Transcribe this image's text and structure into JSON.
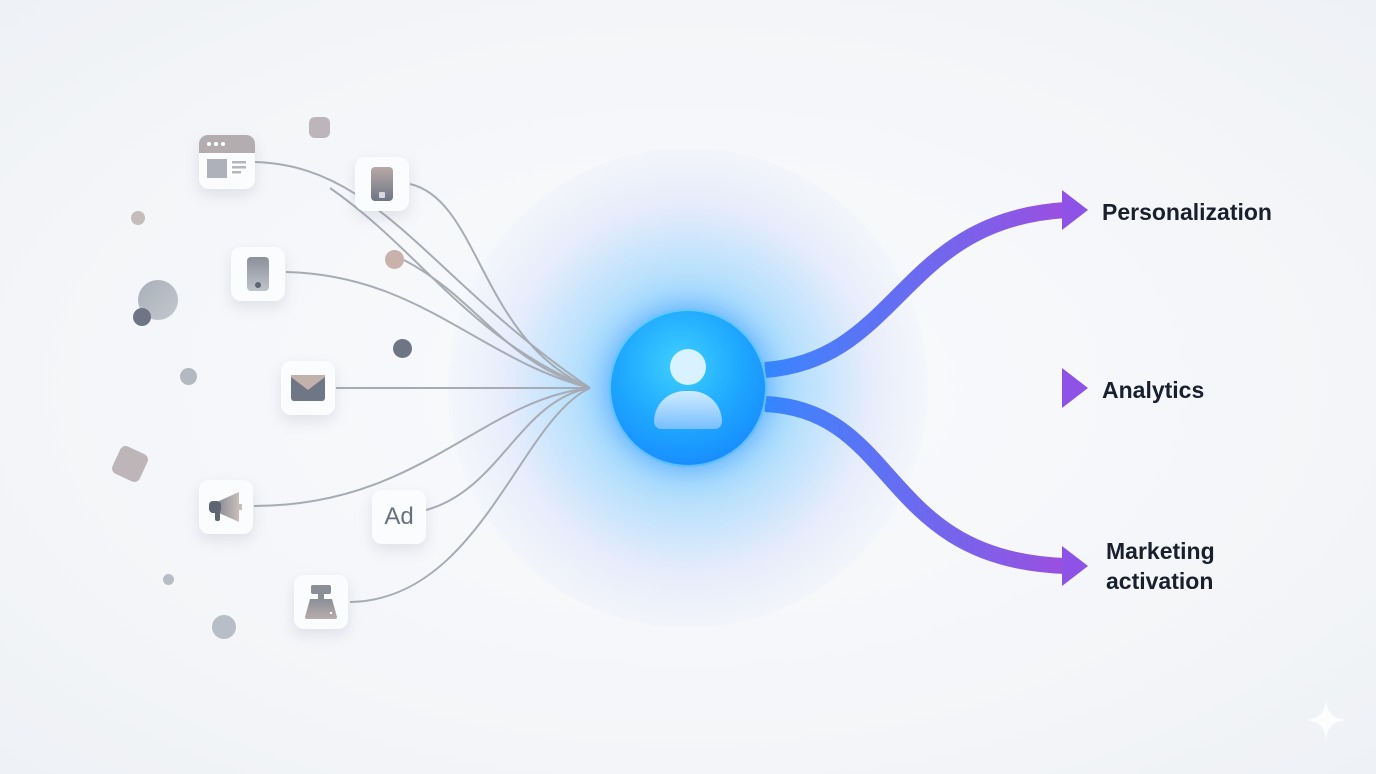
{
  "diagram": {
    "description": "Multiple data sources converge into a central customer profile which feeds downstream uses",
    "sources": [
      {
        "id": "web-browser",
        "icon": "browser-window-icon"
      },
      {
        "id": "mobile-device-1",
        "icon": "smartphone-icon"
      },
      {
        "id": "mobile-device-2",
        "icon": "smartphone-icon"
      },
      {
        "id": "email",
        "icon": "envelope-icon"
      },
      {
        "id": "campaign",
        "icon": "megaphone-icon"
      },
      {
        "id": "advertising",
        "icon": "ad-icon",
        "text": "Ad"
      },
      {
        "id": "point-of-sale",
        "icon": "cash-register-icon"
      }
    ],
    "hub": {
      "icon": "user-profile-icon"
    },
    "outputs": [
      {
        "label": "Personalization"
      },
      {
        "label": "Analytics"
      },
      {
        "label": "Marketing activation",
        "lines": [
          "Marketing",
          "activation"
        ]
      }
    ],
    "colors": {
      "background": "#f4f6f9",
      "hub_blue": "#1ea8ff",
      "arrow_start": "#3a7bff",
      "arrow_end": "#9b4fe0",
      "wire": "#a7abb3",
      "label": "#1a1f2e"
    }
  }
}
